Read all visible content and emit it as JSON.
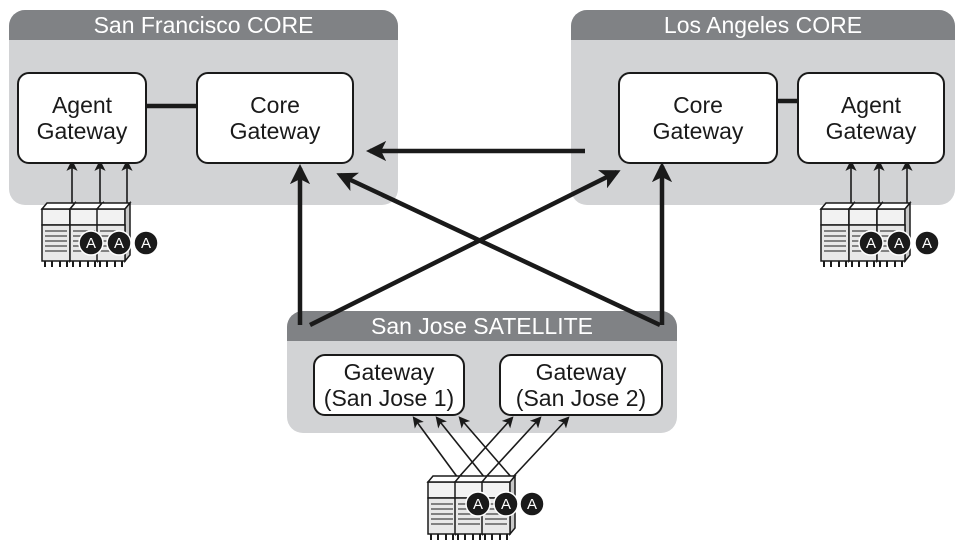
{
  "regions": {
    "sf": {
      "title": "San Francisco CORE",
      "agent_gateway": [
        "Agent",
        "Gateway"
      ],
      "core_gateway": [
        "Core",
        "Gateway"
      ]
    },
    "la": {
      "title": "Los Angeles CORE",
      "agent_gateway": [
        "Agent",
        "Gateway"
      ],
      "core_gateway": [
        "Core",
        "Gateway"
      ]
    },
    "sj": {
      "title": "San Jose SATELLITE",
      "gateway1": [
        "Gateway",
        "(San Jose 1)"
      ],
      "gateway2": [
        "Gateway",
        "(San Jose 2)"
      ]
    }
  },
  "agent_badge": "A",
  "icons": [
    "server-icon",
    "agent-badge-icon",
    "arrow-icon"
  ],
  "colors": {
    "region_fill": "#d2d3d5",
    "title_bar": "#808285",
    "line": "#1a1a1a",
    "badge": "#1a1a1a"
  }
}
